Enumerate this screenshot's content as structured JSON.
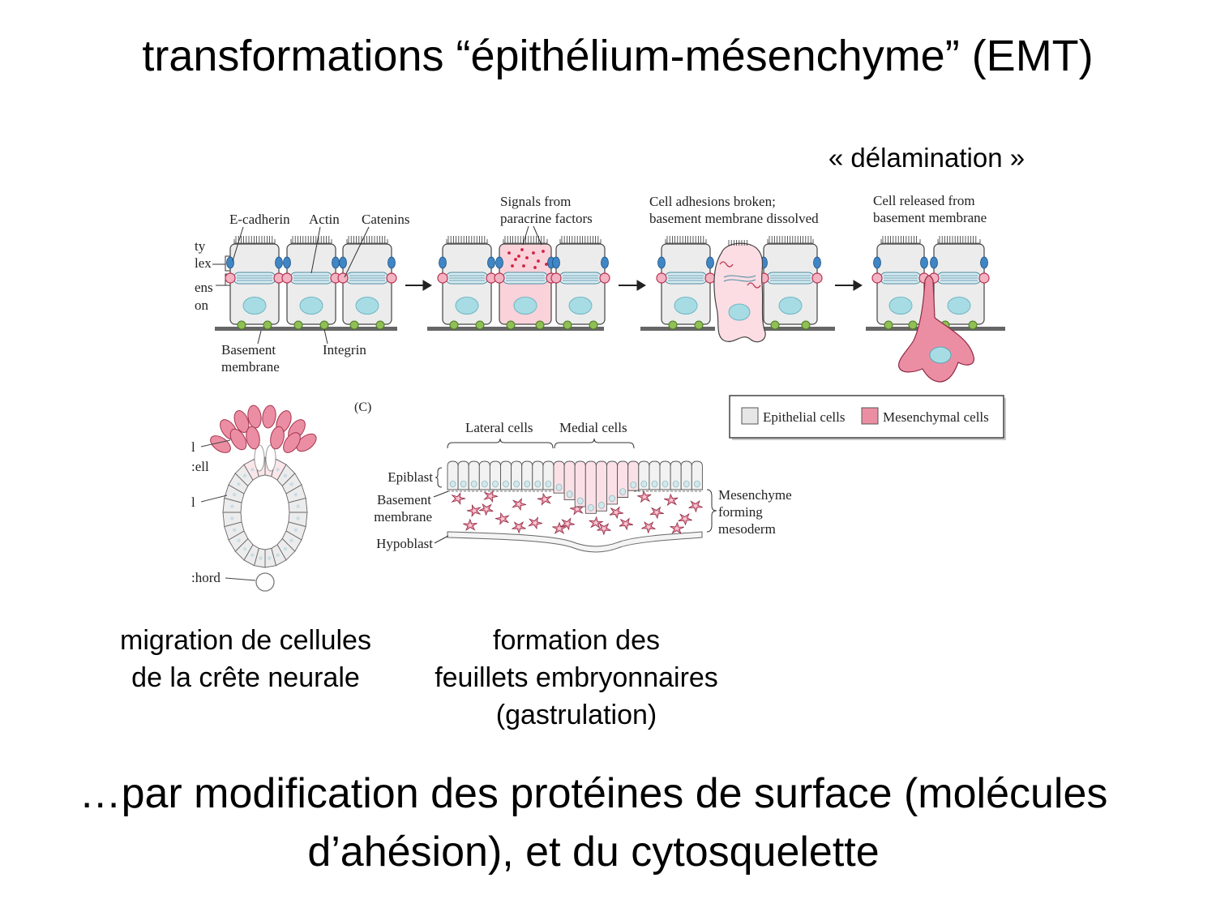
{
  "slide": {
    "title": "transformations “épithélium-mésenchyme” (EMT)",
    "subtitle": "« délamination »",
    "caption_left": [
      "migration de cellules",
      "de la crête neurale"
    ],
    "caption_middle": [
      "formation des",
      "feuillets embryonnaires",
      "(gastrulation)"
    ],
    "conclusion": [
      "…par modification des protéines de surface (molécules",
      "d’ahésion), et du cytosquelette"
    ]
  },
  "emt_figure": {
    "labels": {
      "e_cadherin": "E-cadherin",
      "actin": "Actin",
      "catenins": "Catenins",
      "cut_labels": [
        "ty",
        "lex",
        "ens",
        "on"
      ],
      "basement_membrane": [
        "Basement",
        "membrane"
      ],
      "integrin": "Integrin"
    },
    "steps": [
      {
        "caption": [
          "Signals from",
          "paracrine factors"
        ]
      },
      {
        "caption": [
          "Cell adhesions broken;",
          "basement membrane dissolved"
        ]
      },
      {
        "caption": [
          "Cell released from",
          "basement membrane"
        ]
      }
    ],
    "legend": [
      {
        "label": "Epithelial cells",
        "color": "#e6e6e6"
      },
      {
        "label": "Mesenchymal cells",
        "color": "#ec8ea3"
      }
    ]
  },
  "neural_crest_figure": {
    "cut_labels": [
      "l",
      ":ell",
      "l",
      ":hord"
    ]
  },
  "gastrulation_figure": {
    "panel_letter": "(C)",
    "lateral_cells": "Lateral cells",
    "medial_cells": "Medial cells",
    "epiblast": "Epiblast",
    "basement_membrane": [
      "Basement",
      "membrane"
    ],
    "hypoblast": "Hypoblast",
    "mesenchyme": [
      "Mesenchyme",
      "forming",
      "mesoderm"
    ]
  },
  "colors": {
    "epithelial_cell": "#ececec",
    "signal_cell": "#f9d2da",
    "mesenchymal_cell": "#ec8ea3",
    "nucleus": "#a8dce4",
    "integrin": "#8fbf55",
    "polarity_junction": "#3f86c6",
    "adherens_junction": "#f4b3c2",
    "actin": "#4f8aa0",
    "signal_dots": "#d0203f",
    "membrane": "#666666"
  }
}
